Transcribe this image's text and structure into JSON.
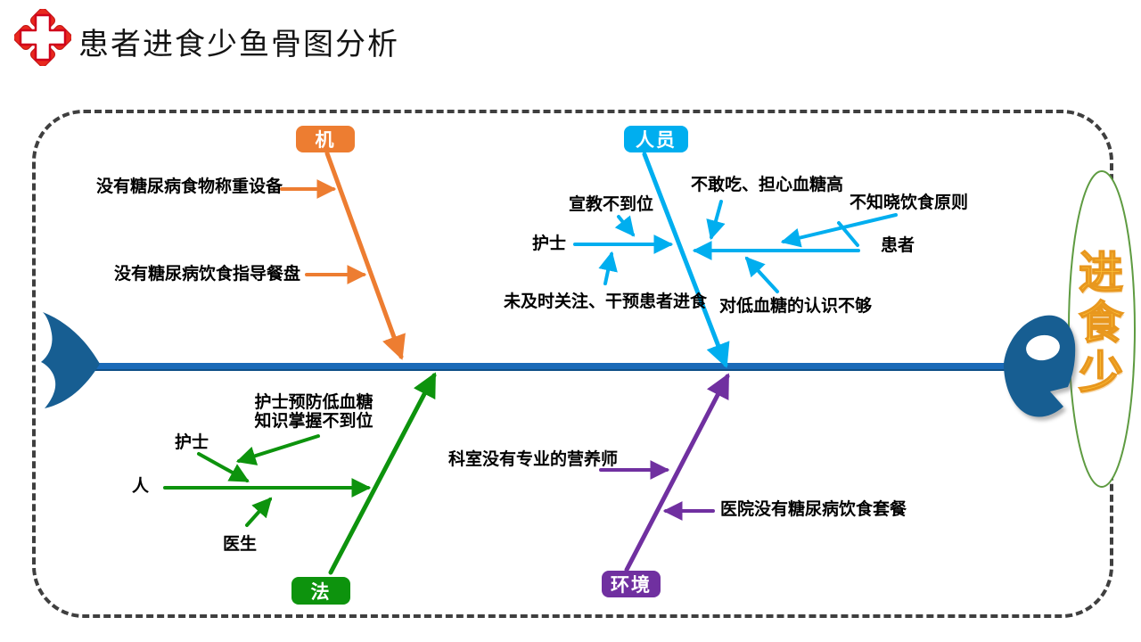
{
  "header": {
    "title": "患者进食少鱼骨图分析",
    "logo": "hospital-red-cross"
  },
  "fish": {
    "effect_label": "进食少",
    "effect_chars": [
      "进",
      "食",
      "少"
    ]
  },
  "branches": {
    "machine": {
      "label": "机",
      "color": "#ED7D31",
      "causes": {
        "no_weighing_equipment": "没有糖尿病食物称重设备",
        "no_guidance_plate": "没有糖尿病饮食指导餐盘"
      }
    },
    "personnel": {
      "label": "人员",
      "color": "#00AEEF",
      "causes": {
        "education_not_in_place": "宣教不到位",
        "nurse": "护士",
        "no_timely_attention": "未及时关注、干预患者进食",
        "afraid_to_eat": "不敢吃、担心血糖高",
        "unaware_diet_principles": "不知晓饮食原则",
        "patient": "患者",
        "insufficient_hypoglycemia_awareness": "对低血糖的认识不够"
      }
    },
    "method": {
      "label": "法",
      "color": "#0D930D",
      "causes": {
        "nurse_knowledge_gap": "护士预防低血糖\n知识掌握不到位",
        "nurse": "护士",
        "person": "人",
        "doctor": "医生"
      }
    },
    "environment": {
      "label": "环境",
      "color": "#7030A0",
      "causes": {
        "no_dietitian": "科室没有专业的营养师",
        "no_diabetes_meal_set": "医院没有糖尿病饮食套餐"
      }
    }
  },
  "colors": {
    "spine": "#1A6AB8",
    "fish_body": "#175E92",
    "frame_dash": "#3F3F3F",
    "oval_stroke": "#5E9B41",
    "effect_text": "#FFC93C",
    "logo_red": "#E8281E"
  }
}
